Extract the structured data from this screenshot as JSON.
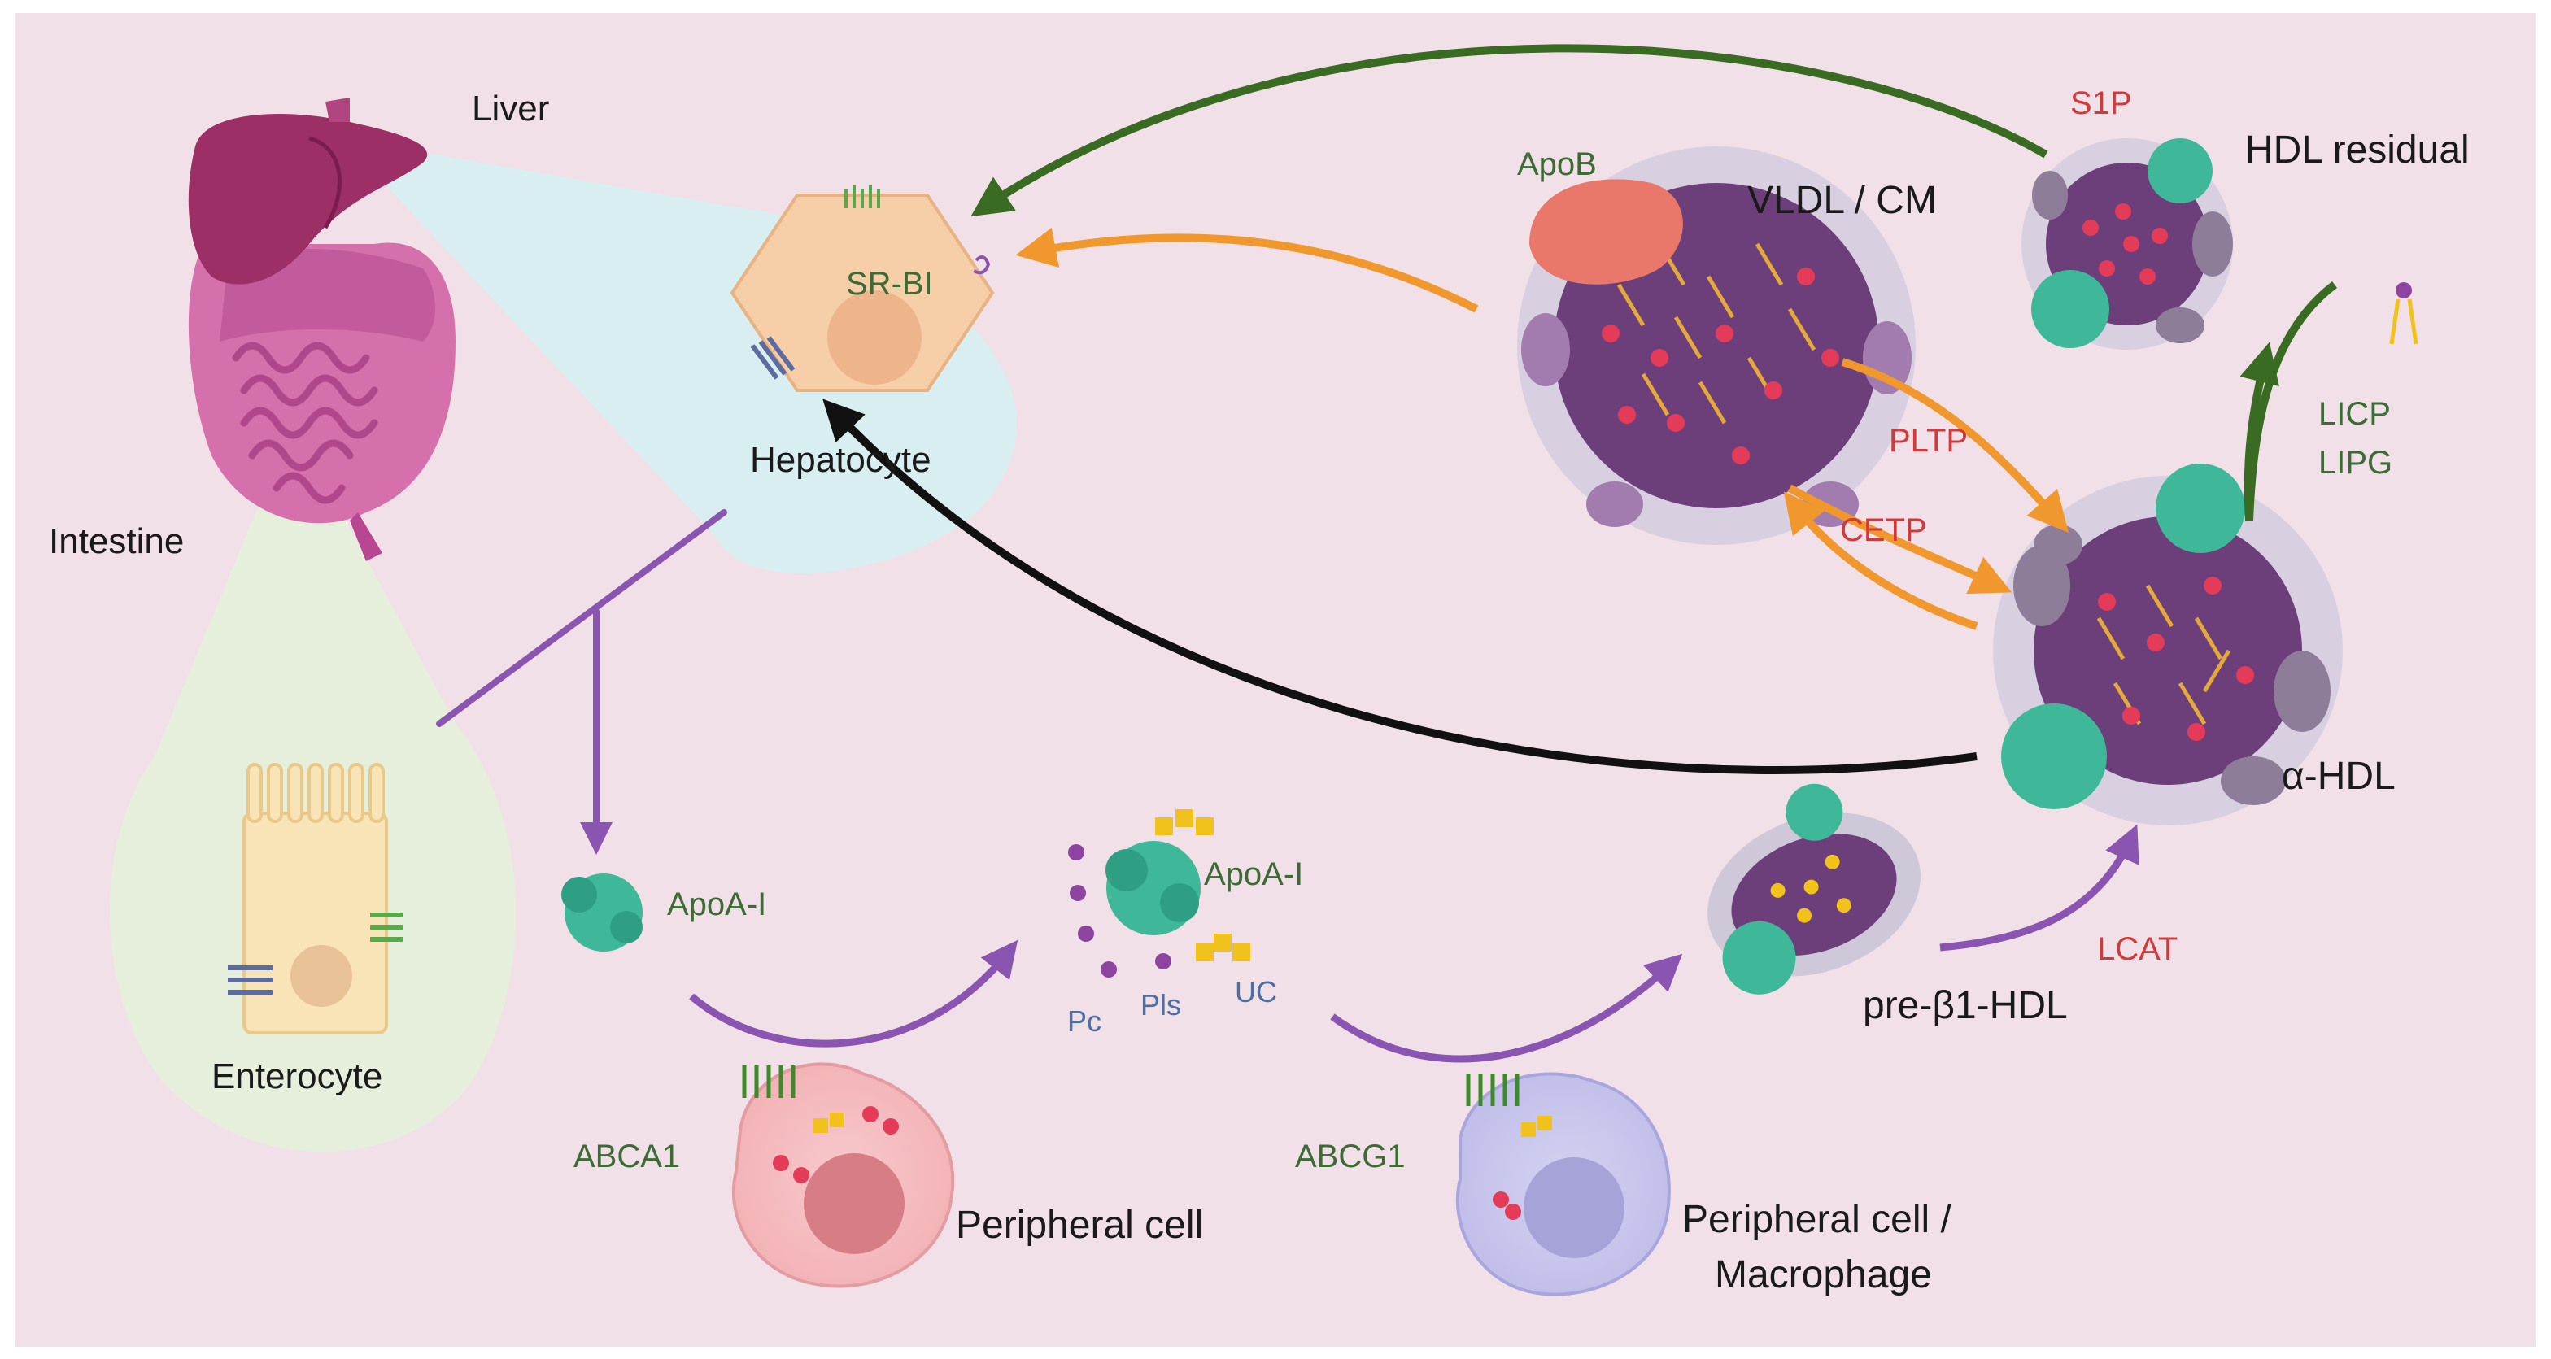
{
  "labels": {
    "liver": "Liver",
    "intestine": "Intestine",
    "hepatocyte": "Hepatocyte",
    "sr_bi": "SR-BI",
    "enterocyte": "Enterocyte",
    "apob": "ApoB",
    "vldl_cm": "VLDL / CM",
    "s1p": "S1P",
    "hdl_residual": "HDL residual",
    "pltp": "PLTP",
    "cetp": "CETP",
    "licp": "LICP",
    "lipg": "LIPG",
    "alpha_hdl": "α-HDL",
    "apoa1_free": "ApoA-I",
    "apoa1_complex": "ApoA-I",
    "pc": "Pc",
    "pls": "Pls",
    "uc": "UC",
    "pre_beta1_hdl": "pre-β1-HDL",
    "lcat": "LCAT",
    "abca1": "ABCA1",
    "peripheral_cell": "Peripheral cell",
    "abcg1": "ABCG1",
    "peripheral_macrophage_line1": "Peripheral cell /",
    "peripheral_macrophage_line2": "Macrophage"
  },
  "colors": {
    "background": "#f1e0e8",
    "hepatocyte_bubble": "#d9eef1",
    "enterocyte_bubble": "#e6efdc",
    "purple_arrow": "#8a55b0",
    "orange_arrow": "#f0982e",
    "green_arrow": "#3a6b22",
    "black_arrow": "#111111",
    "apoa1": "#3fb89a",
    "apob": "#e9786a",
    "particle_core": "#6d3f7a",
    "liver": "#9b2f66",
    "intestine": "#d670ad"
  }
}
